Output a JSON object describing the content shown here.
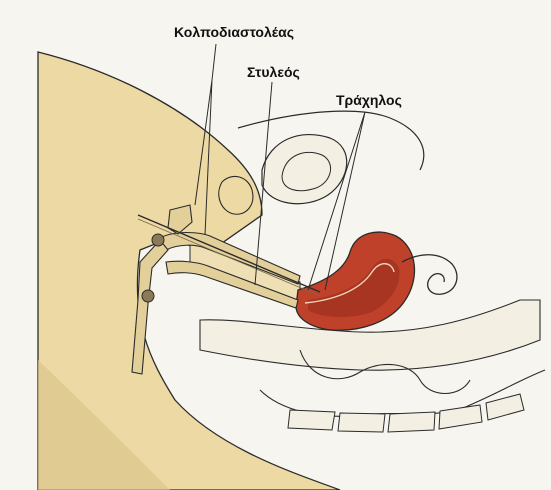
{
  "labels": {
    "speculum": "Κολποδιαστολέας",
    "stylet": "Στυλεός",
    "cervix": "Τράχηλος"
  },
  "colors": {
    "background": "#f6f5ef",
    "skin": "#ecd9a4",
    "skin_dark": "#dcc48a",
    "uterus_outer": "#c0412a",
    "uterus_inner": "#a23420",
    "outline": "#2b2b2b",
    "instrument": "#e2cf9a"
  }
}
